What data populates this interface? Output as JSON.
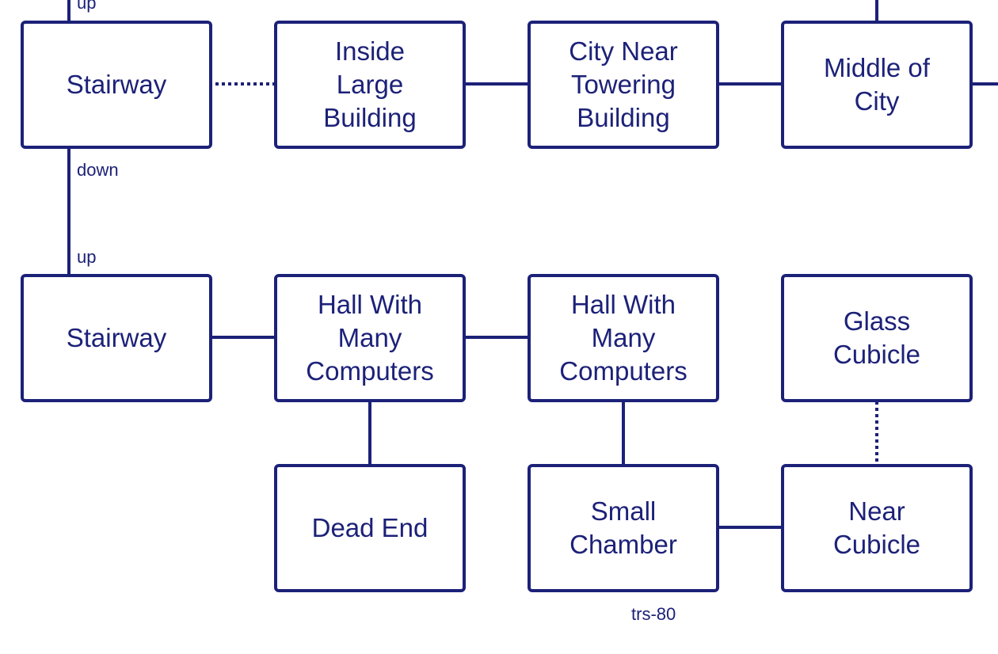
{
  "colors": {
    "ink": "#1c2178",
    "background": "#ffffff"
  },
  "rooms": {
    "stairway_top": "Stairway",
    "inside_large_building": "Inside\nLarge\nBuilding",
    "city_near_towering_building": "City Near\nTowering\nBuilding",
    "middle_of_city": "Middle of\nCity",
    "stairway_bottom": "Stairway",
    "hall_many_computers_1": "Hall With\nMany\nComputers",
    "hall_many_computers_2": "Hall With\nMany\nComputers",
    "glass_cubicle": "Glass\nCubicle",
    "dead_end": "Dead End",
    "small_chamber": "Small\nChamber",
    "near_cubicle": "Near\nCubicle"
  },
  "labels": {
    "up_top": "up",
    "down": "down",
    "up_bottom": "up",
    "footer": "trs-80"
  }
}
